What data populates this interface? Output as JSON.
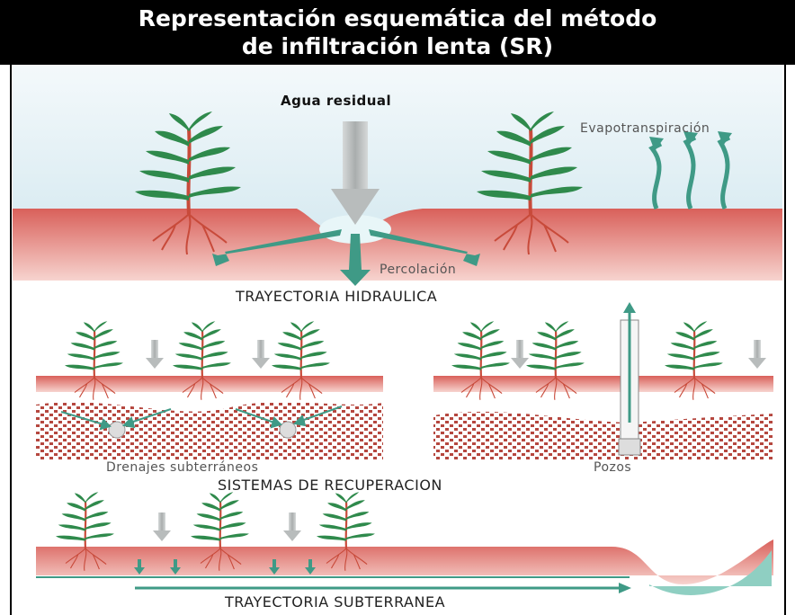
{
  "title": {
    "line1": "Representación esquemática del método",
    "line2": "de infiltración lenta (SR)"
  },
  "labels": {
    "agua_residual": "Agua residual",
    "evapotranspiracion": "Evapotranspiración",
    "percolacion": "Percolación",
    "trayectoria_hidraulica": "TRAYECTORIA HIDRAULICA",
    "drenajes": "Drenajes subterráneos",
    "pozos": "Pozos",
    "sistemas_recuperacion": "SISTEMAS DE RECUPERACION",
    "trayectoria_subterranea": "TRAYECTORIA SUBTERRANEA"
  },
  "colors": {
    "sky": "#dceef4",
    "soil": "#e8847c",
    "soil_dark": "#d9605a",
    "plant": "#2f8a4c",
    "stem": "#c84a3a",
    "arrow_gray": "#b8bcbc",
    "arrow_teal": "#3f9a86",
    "gravel": "#b5473f",
    "water": "#8fcfc2"
  }
}
